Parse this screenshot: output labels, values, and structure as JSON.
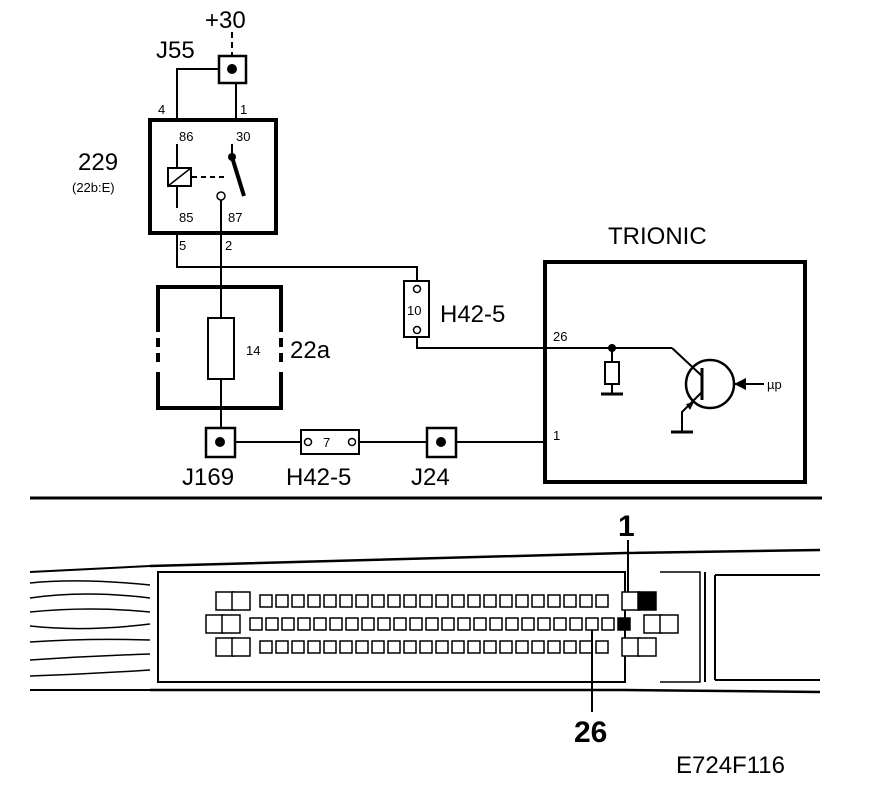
{
  "power": {
    "label": "+30"
  },
  "junctions": {
    "j55": "J55",
    "j169": "J169",
    "j24": "J24"
  },
  "relay": {
    "id": "229",
    "ref": "(22b:E)",
    "pin86": "86",
    "pin30": "30",
    "pin85": "85",
    "pin87": "87",
    "wire4": "4",
    "wire1": "1",
    "wire5": "5",
    "wire2": "2"
  },
  "fuse_box": {
    "label": "22a",
    "fuse_number": "14"
  },
  "connector_upper": {
    "label": "H42-5",
    "pin": "10"
  },
  "connector_lower": {
    "label": "H42-5",
    "pin": "7"
  },
  "trionic": {
    "title": "TRIONIC",
    "pin26": "26",
    "pin1": "1",
    "input_label": "µp"
  },
  "plug": {
    "pin_top": "1",
    "pin_bottom": "26"
  },
  "figure_code": "E724F116"
}
